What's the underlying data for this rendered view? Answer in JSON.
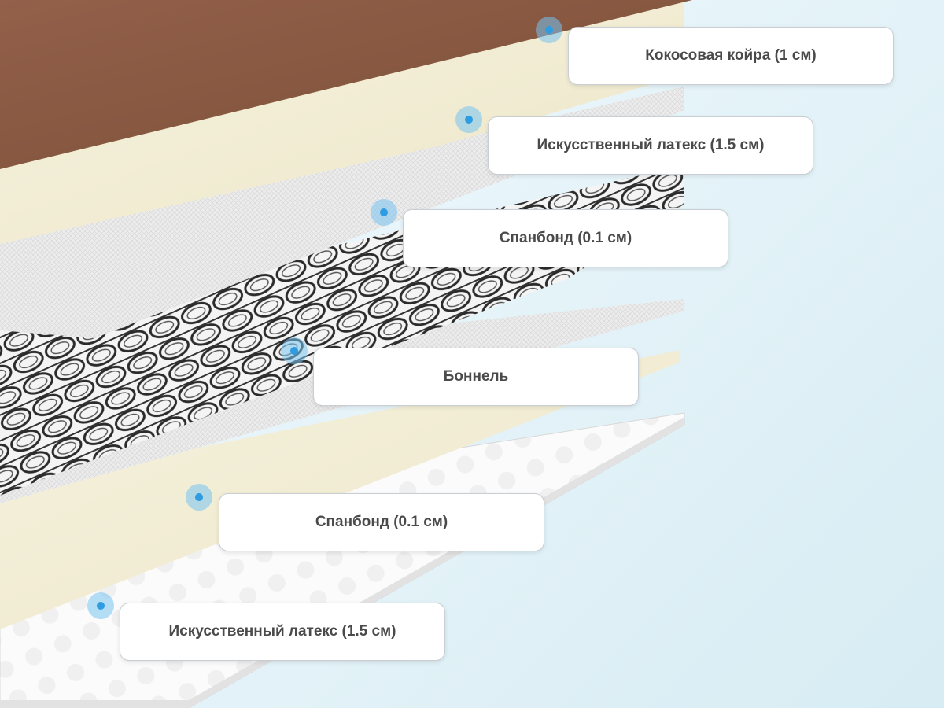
{
  "layers": [
    {
      "id": "coir",
      "label": "Кокосовая койра (1 см)"
    },
    {
      "id": "latex-top",
      "label": "Искусственный латекс (1.5 см)"
    },
    {
      "id": "spunbond-top",
      "label": "Спанбонд (0.1 см)"
    },
    {
      "id": "bonnel",
      "label": "Боннель"
    },
    {
      "id": "spunbond-bottom",
      "label": "Спанбонд (0.1 см)"
    },
    {
      "id": "latex-bottom",
      "label": "Искусственный латекс (1.5 см)"
    }
  ],
  "colors": {
    "coir": "#8a5a3e",
    "latex": "#f3efd9",
    "spunbond": "#ececec",
    "spring": "#2b2b2b",
    "marker": "#2f9be0",
    "label_text": "#4a4a4a"
  }
}
